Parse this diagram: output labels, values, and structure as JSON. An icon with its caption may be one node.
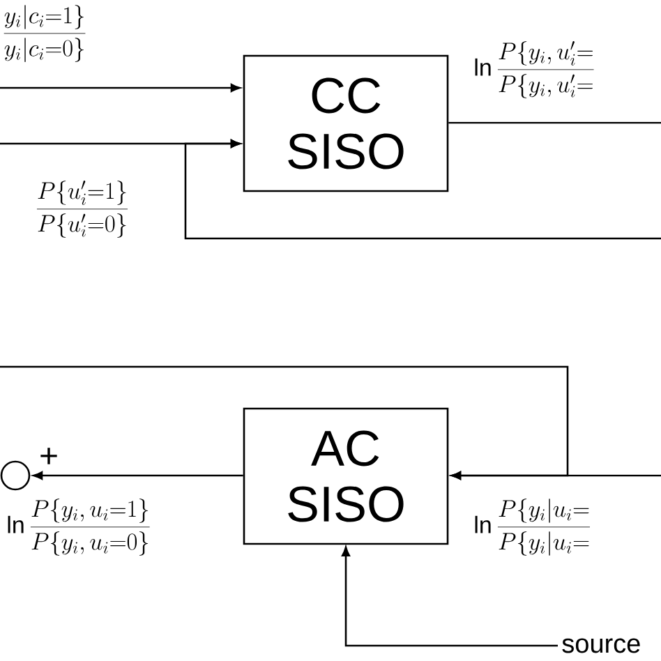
{
  "diagram": {
    "nodes": [
      {
        "text": [
          "CC SISO"
        ]
      },
      {
        "text": [
          "AC SISO"
        ]
      },
      {
        "text": [],
        "shape": "circle"
      },
      {
        "text": [
          "source"
        ]
      }
    ],
    "edges": [
      {
        "from": null,
        "to": 0,
        "arrow": "to",
        "label": "\\frac{y_i|c_i{=}1\\}}{y_i|c_i{=}0\\}}"
      },
      {
        "from": null,
        "to": 0,
        "arrow": "to",
        "label": "\\frac{P\\{u'_i{=}1\\}}{P\\{u'_i{=}0\\}}"
      },
      {
        "from": null,
        "to": 0,
        "arrow": "to"
      },
      {
        "from": 0,
        "to": null,
        "arrow": "none",
        "label": "\\ln\\frac{P\\{y_i,u'_i{=}}{P\\{y_i,u'_i{=}}"
      },
      {
        "from": null,
        "to": 1,
        "arrow": "to"
      },
      {
        "from": null,
        "to": 1,
        "arrow": "to",
        "label": "\\ln\\frac{P\\{y_i|u_i{=}}{P\\{y_i|u_i{=}}"
      },
      {
        "from": 1,
        "to": 2,
        "arrow": "to",
        "label": "\\ln\\frac{P\\{y_i,u_i{=}1\\}}{P\\{y_i,u_i{=}0\\}}"
      },
      {
        "from": 3,
        "to": 1,
        "arrow": "to"
      }
    ],
    "labels": [
      "+"
    ]
  }
}
